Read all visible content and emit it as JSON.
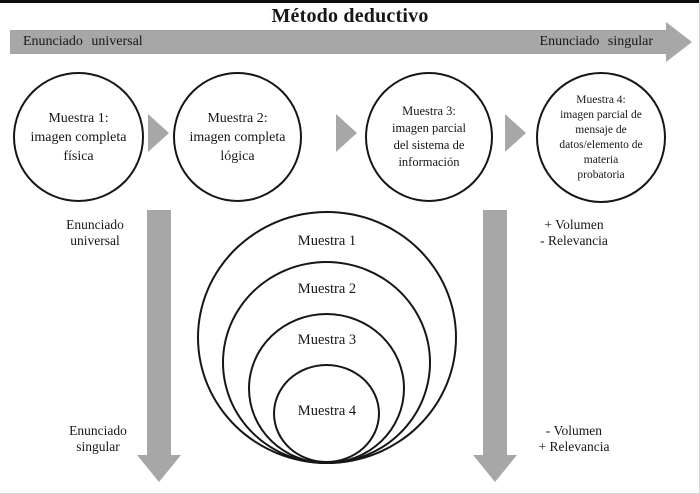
{
  "title": "Método deductivo",
  "top_arrow": {
    "left_label": "Enunciado universal",
    "right_label": "Enunciado singular"
  },
  "process_circles": [
    {
      "id": "muestra-1",
      "text": "Muestra 1:\nimagen completa\nfísica"
    },
    {
      "id": "muestra-2",
      "text": "Muestra 2:\nimagen completa\nlógica"
    },
    {
      "id": "muestra-3",
      "text": "Muestra 3:\nimagen parcial\ndel sistema de\ninformación"
    },
    {
      "id": "muestra-4",
      "text": "Muestra 4:\nimagen parcial de\nmensaje de\ndatos/elemento de\nmateria\nprobatoria"
    }
  ],
  "side_labels": {
    "left_top": "Enunciado\nuniversal",
    "left_bottom": "Enunciado\nsingular",
    "right_top": "+ Volumen\n- Relevancia",
    "right_bottom": "- Volumen\n+ Relevancia"
  },
  "nested_circles": [
    {
      "label": "Muestra 1"
    },
    {
      "label": "Muestra 2"
    },
    {
      "label": "Muestra 3"
    },
    {
      "label": "Muestra 4"
    }
  ],
  "colors": {
    "arrow_gray": "#a7a7a7",
    "line_black": "#161616",
    "background": "#ffffff"
  }
}
